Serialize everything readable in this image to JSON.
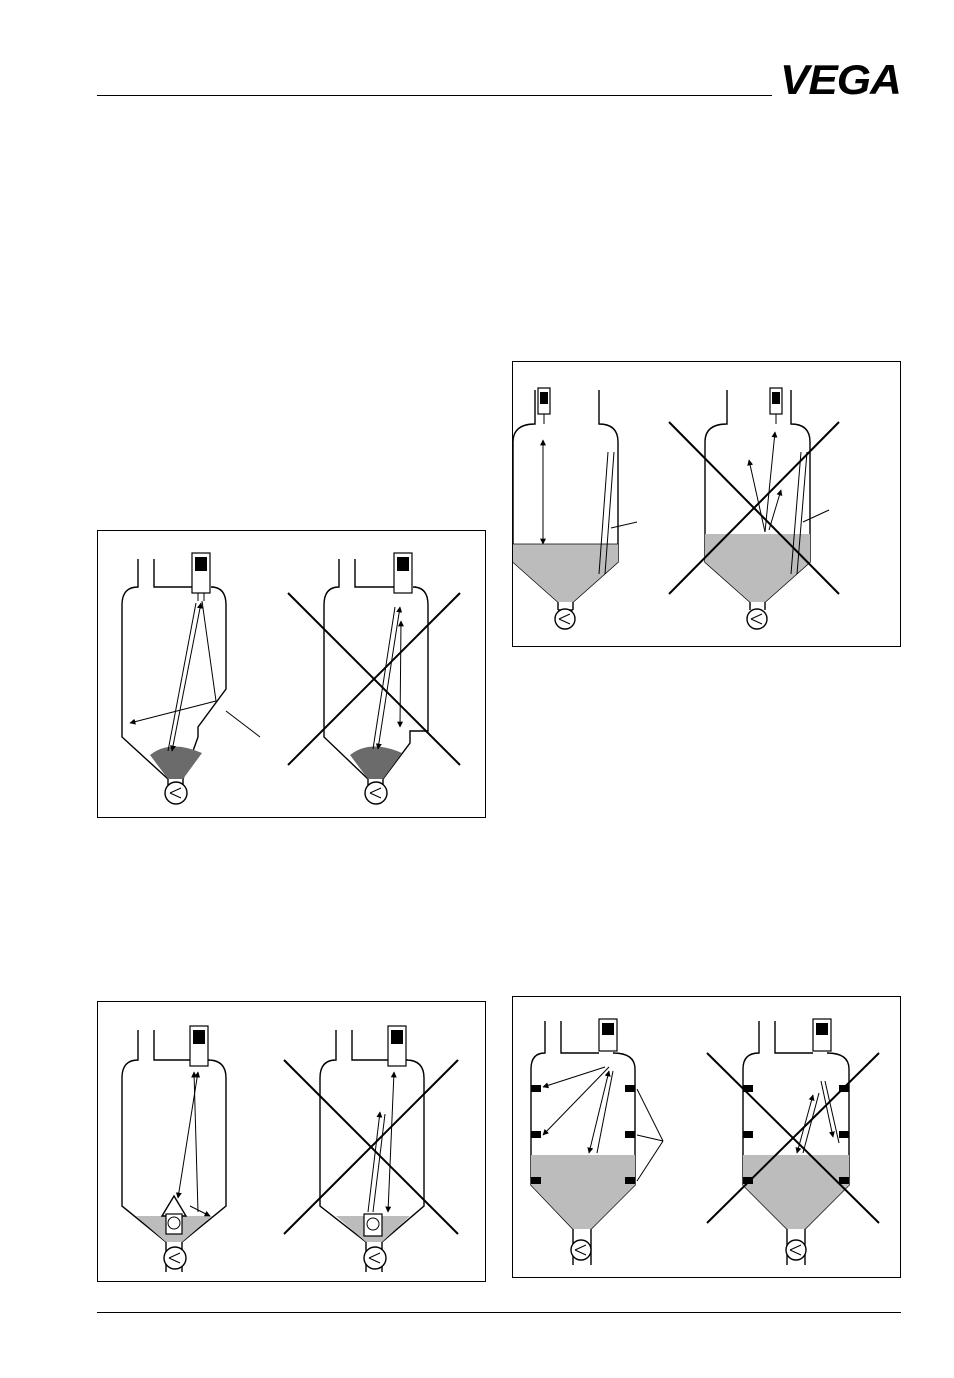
{
  "header": {
    "brand": "VEGA"
  },
  "figures": [
    {
      "id": "fig-a",
      "description_visible": ""
    },
    {
      "id": "fig-b",
      "description_visible": ""
    },
    {
      "id": "fig-c",
      "description_visible": ""
    },
    {
      "id": "fig-d",
      "description_visible": ""
    }
  ],
  "colors": {
    "product_dark": "#6b6b6b",
    "product_light": "#bcbcbc",
    "line": "#000000"
  }
}
